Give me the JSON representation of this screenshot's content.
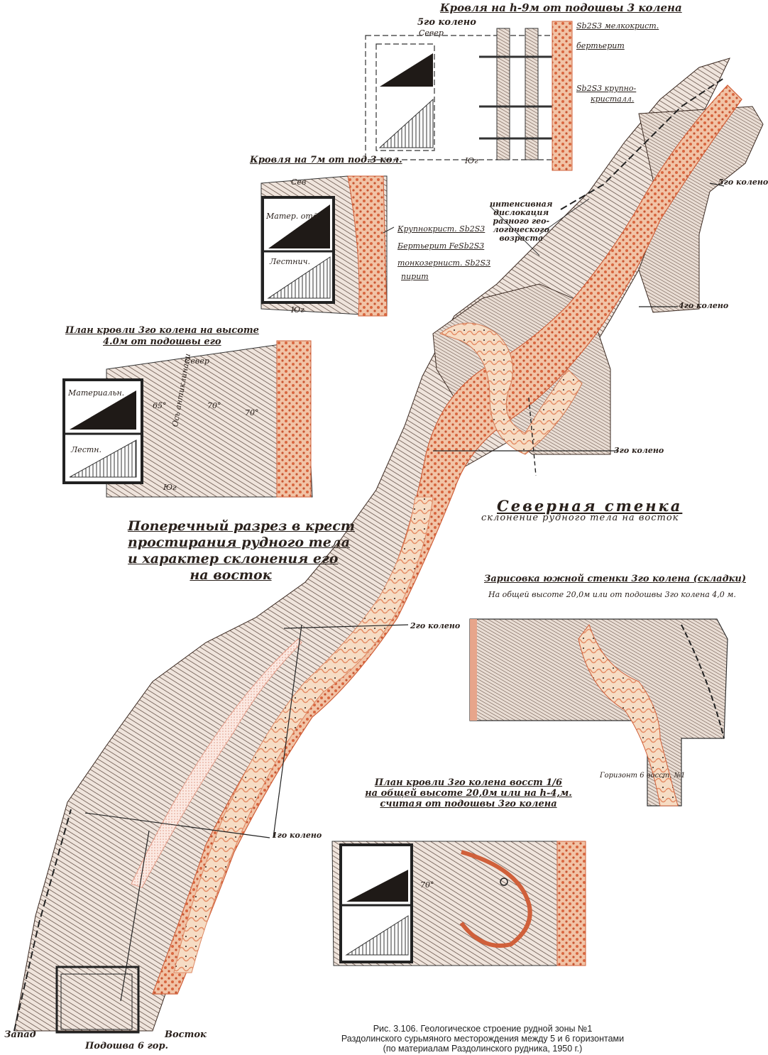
{
  "titles": {
    "top_section": "Кровля на h-9м от подошвы 3 колена",
    "second_section": "Кровля на 7м от под.3 кол.",
    "third_section_line1": "План кровли 3го колена на высоте",
    "third_section_line2": "4.0м от подошвы его",
    "cross_section_line1": "Поперечный разрез в крест",
    "cross_section_line2": "простирания рудного тела",
    "cross_section_line3": "и характер склонения его",
    "cross_section_line4": "на восток",
    "north_wall": "Северная стенка",
    "north_wall_sub": "склонение рудного тела на восток",
    "south_wall": "Зарисовка южной стенки 3го колена (складки)",
    "south_wall_sub": "На общей высоте 20,0м или от подошвы 3го колена 4,0 м.",
    "plan_east_line1": "План кровли 3го колена восст 1/6",
    "plan_east_line2": "на общей высоте 20,0м или на h-4,м.",
    "plan_east_line3": "считая от подошвы 3го колена"
  },
  "knee_labels": {
    "fifth_top": "5го колено",
    "fifth_right": "5го колено",
    "fourth": "4го колено",
    "third": "3го колено",
    "second": "2го колено",
    "first": "1го колено"
  },
  "compass": {
    "north": "Север",
    "south": "Юг",
    "north_short": "Сев",
    "west": "Запад",
    "east": "Восток",
    "bottom": "Подошва 6 гор."
  },
  "legend_top": {
    "item1": "Sb2S3 мелкокрист.",
    "item2": "бертьерит",
    "item3": "Sb2S3 крупно-",
    "item3b": "кристалл."
  },
  "legend_second": {
    "item1": "Крупнокрист. Sb2S3",
    "item2": "Бертьерит FeSb2S3",
    "item3": "тонкозернист. Sb2S3",
    "item4": "пирит"
  },
  "stope_labels": {
    "material": "Матер. отд.",
    "ladder": "Лестнич.",
    "material2": "Материальн.",
    "ladder2": "Лестн.",
    "anticline_axis": "Ось антиклинали",
    "horizon": "Горизонт 6 восст. №1"
  },
  "angles": [
    "65°",
    "70°",
    "70°",
    "70°"
  ],
  "annotation": {
    "line1": "интенсивная",
    "line2": "дислокация",
    "line3": "разного гео-",
    "line4": "логического",
    "line5": "возраста"
  },
  "caption": {
    "line1": "Рис. 3.106. Геологическое строение рудной зоны №1",
    "line2": "Раздолинского сурьмяного месторождения между 5 и 6 горизонтами",
    "line3": "(по материалам Раздолинского рудника, 1950 г.)"
  },
  "colors": {
    "ore_orange": "#e07a55",
    "ore_pale": "#f4d2b4",
    "rock_dark": "#3b2a22",
    "rock_brown": "#7a5a48"
  }
}
